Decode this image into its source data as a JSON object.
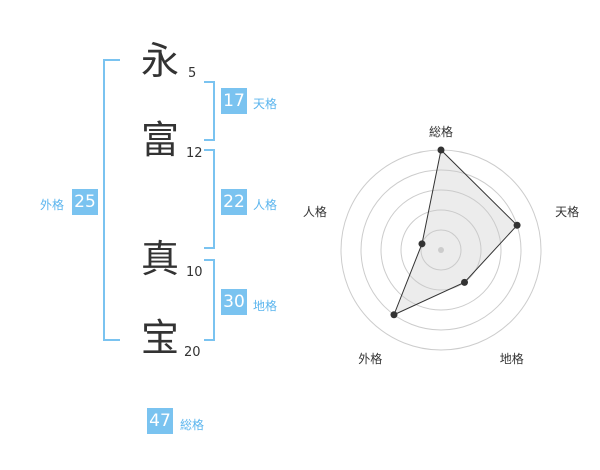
{
  "name": {
    "chars": [
      {
        "char": "永",
        "strokes": "5"
      },
      {
        "char": "富",
        "strokes": "12"
      },
      {
        "char": "真",
        "strokes": "10"
      },
      {
        "char": "宝",
        "strokes": "20"
      }
    ]
  },
  "fortunes": {
    "tenkaku": {
      "value": "17",
      "label": "天格"
    },
    "jinkaku": {
      "value": "22",
      "label": "人格"
    },
    "chikaku": {
      "value": "30",
      "label": "地格"
    },
    "gaikaku": {
      "value": "25",
      "label": "外格"
    },
    "soukaku": {
      "value": "47",
      "label": "総格"
    }
  },
  "colors": {
    "accent": "#7ac3f0",
    "bracket": "#7ac3f0",
    "label": "#5bb5ee"
  },
  "chart_data": {
    "type": "radar",
    "axes": [
      "総格",
      "天格",
      "地格",
      "外格",
      "人格"
    ],
    "values": [
      5,
      4,
      2,
      4,
      1
    ],
    "rmax": 5,
    "rings": 5
  }
}
